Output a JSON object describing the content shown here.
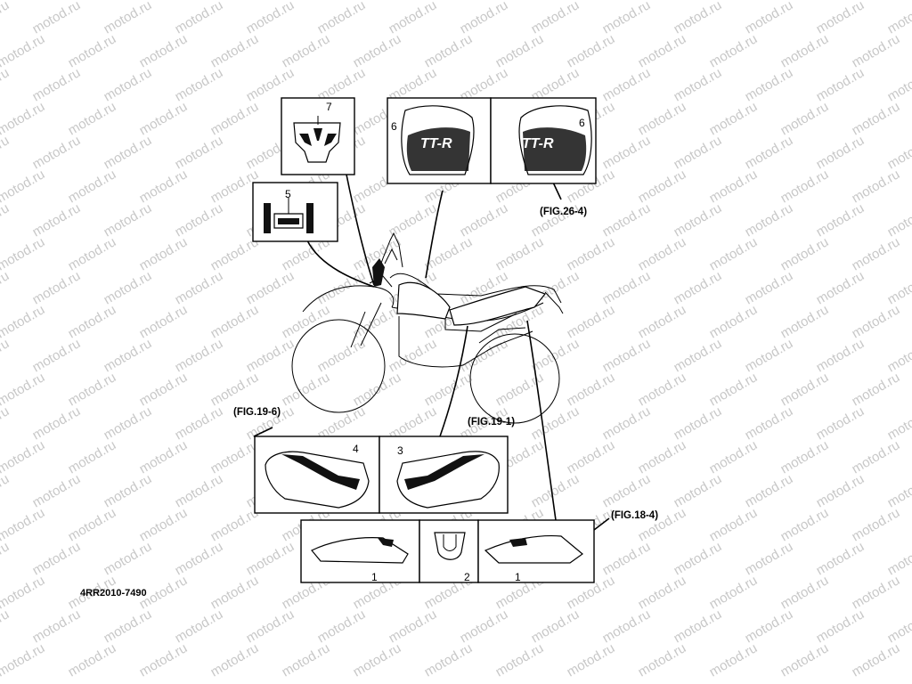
{
  "watermark": "motod.ru",
  "diagram_code": "4RR2010-7490",
  "figure_refs": {
    "fig_26_4": "(FIG.26-4)",
    "fig_19_6": "(FIG.19-6)",
    "fig_19_1": "(FIG.19-1)",
    "fig_18_4": "(FIG.18-4)"
  },
  "callouts": {
    "c1_left": "1",
    "c1_right": "1",
    "c2": "2",
    "c3": "3",
    "c4": "4",
    "c5": "5",
    "c6_left": "6",
    "c6_right": "6",
    "c7": "7"
  },
  "tank_text": "TT-R"
}
